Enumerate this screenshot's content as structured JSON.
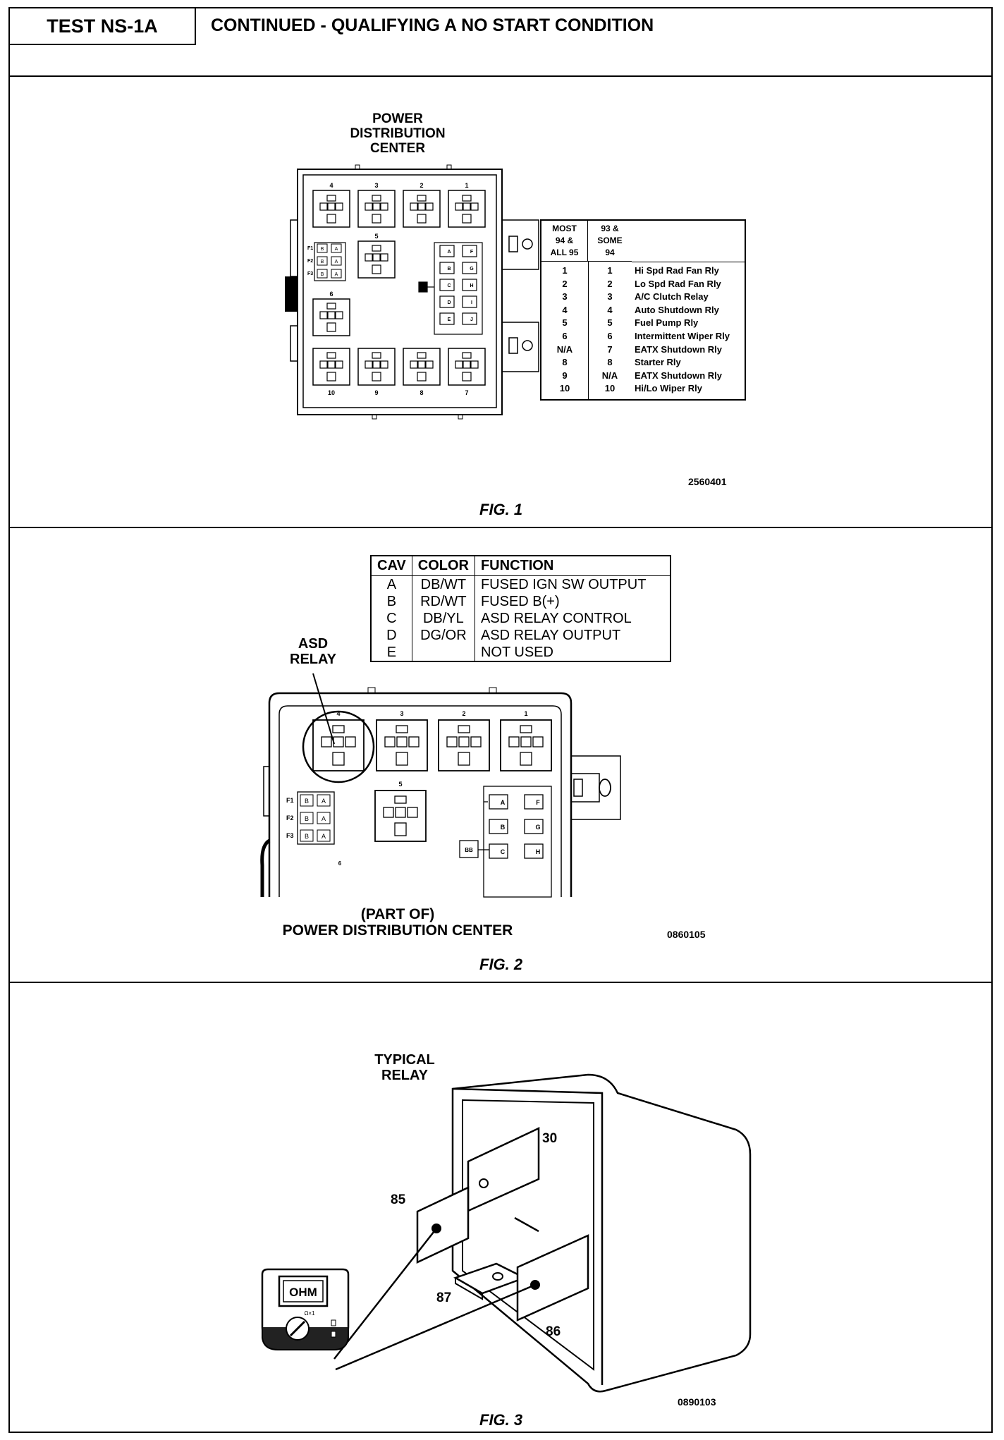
{
  "header": {
    "test_id": "TEST NS-1A",
    "title": "CONTINUED - QUALIFYING A NO START CONDITION"
  },
  "fig1": {
    "title_lines": [
      "POWER",
      "DISTRIBUTION",
      "CENTER"
    ],
    "caption": "FIG. 1",
    "code": "2560401",
    "legend": {
      "headers": [
        [
          "MOST",
          "94 &",
          "ALL 95"
        ],
        [
          "93 &",
          "SOME",
          "94"
        ]
      ],
      "rows": [
        {
          "a": "1",
          "b": "1",
          "name": "Hi Spd Rad Fan Rly"
        },
        {
          "a": "2",
          "b": "2",
          "name": "Lo Spd Rad Fan Rly"
        },
        {
          "a": "3",
          "b": "3",
          "name": "A/C Clutch Relay"
        },
        {
          "a": "4",
          "b": "4",
          "name": "Auto Shutdown Rly"
        },
        {
          "a": "5",
          "b": "5",
          "name": "Fuel Pump Rly"
        },
        {
          "a": "6",
          "b": "6",
          "name": "Intermittent Wiper Rly"
        },
        {
          "a": "N/A",
          "b": "7",
          "name": "EATX Shutdown Rly"
        },
        {
          "a": "8",
          "b": "8",
          "name": "Starter Rly"
        },
        {
          "a": "9",
          "b": "N/A",
          "name": "EATX Shutdown Rly"
        },
        {
          "a": "10",
          "b": "10",
          "name": "Hi/Lo Wiper Rly"
        }
      ]
    },
    "slot_numbers_top": [
      "4",
      "3",
      "2",
      "1"
    ],
    "slot_numbers_bottom": [
      "10",
      "9",
      "8",
      "7"
    ],
    "slot_5": "5",
    "slot_6": "6",
    "fuse_labels": [
      "F1",
      "F2",
      "F3"
    ],
    "fuse_letters": [
      "B",
      "A"
    ],
    "right_block_letters": [
      [
        "A",
        "F"
      ],
      [
        "B",
        "G"
      ],
      [
        "C",
        "H"
      ],
      [
        "D",
        "I"
      ],
      [
        "E",
        "J"
      ]
    ]
  },
  "fig2": {
    "caption": "FIG. 2",
    "code": "0860105",
    "asd_label": [
      "ASD",
      "RELAY"
    ],
    "pdc_label": [
      "(PART OF)",
      "POWER DISTRIBUTION CENTER"
    ],
    "table": {
      "headers": [
        "CAV",
        "COLOR",
        "FUNCTION"
      ],
      "rows": [
        {
          "cav": "A",
          "color": "DB/WT",
          "function": "FUSED IGN SW OUTPUT"
        },
        {
          "cav": "B",
          "color": "RD/WT",
          "function": "FUSED B(+)"
        },
        {
          "cav": "C",
          "color": "DB/YL",
          "function": "ASD RELAY CONTROL"
        },
        {
          "cav": "D",
          "color": "DG/OR",
          "function": "ASD RELAY OUTPUT"
        },
        {
          "cav": "E",
          "color": "",
          "function": "NOT USED"
        }
      ]
    },
    "slot_numbers": [
      "4",
      "3",
      "2",
      "1"
    ],
    "slot_5": "5",
    "slot_6": "6",
    "fuse_labels": [
      "F1",
      "F2",
      "F3"
    ],
    "fuse_letters": [
      "B",
      "A"
    ],
    "right_letters": [
      [
        "A",
        "F"
      ],
      [
        "B",
        "G"
      ],
      [
        "C",
        "H"
      ]
    ],
    "small_box": "BB"
  },
  "fig3": {
    "caption": "FIG. 3",
    "code": "0890103",
    "title_lines": [
      "TYPICAL",
      "RELAY"
    ],
    "terminals": {
      "t30": "30",
      "t85": "85",
      "t87": "87",
      "t86": "86"
    },
    "meter_display": "OHM",
    "meter_dial": "Ω×1"
  }
}
